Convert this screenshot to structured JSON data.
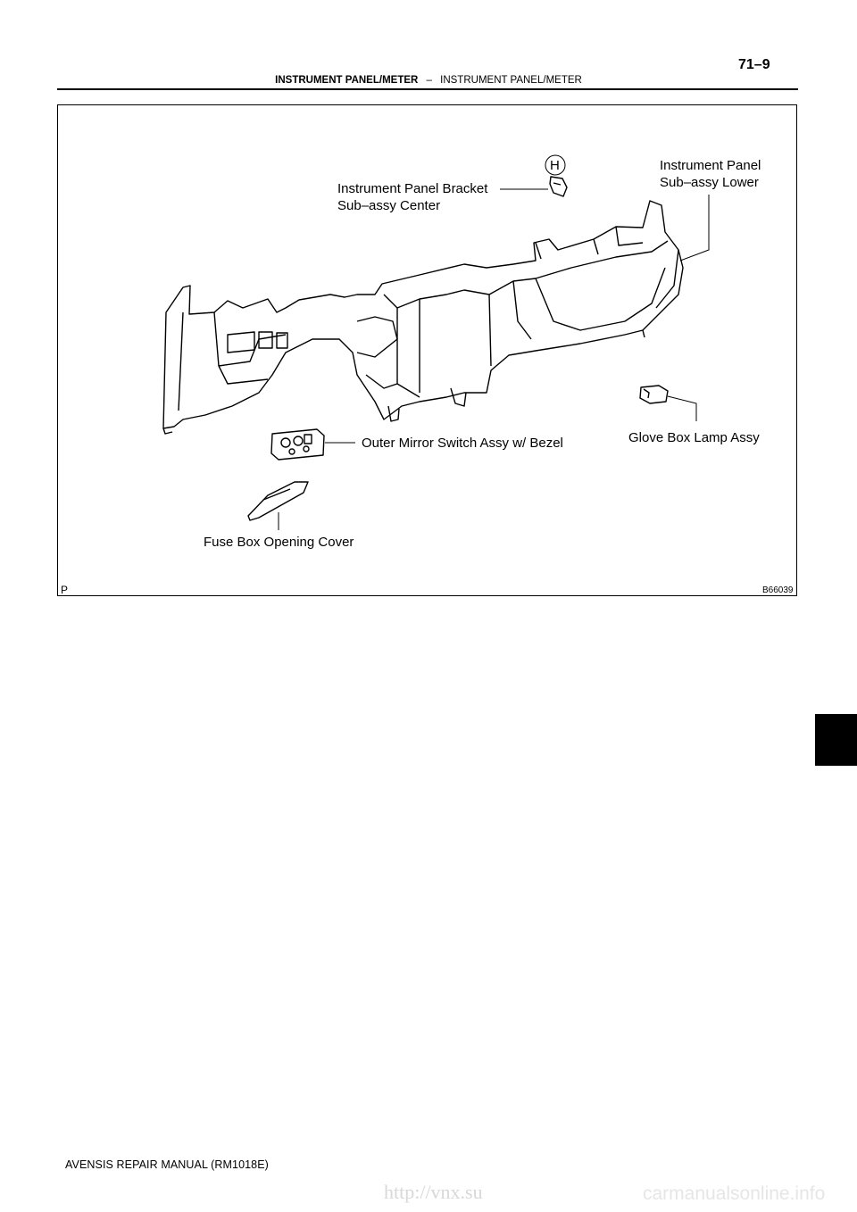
{
  "header": {
    "page_number": "71–9",
    "section_bold": "INSTRUMENT PANEL/METER",
    "separator": "–",
    "section_regular": "INSTRUMENT PANEL/METER"
  },
  "figure": {
    "callouts": {
      "instrument_panel_lower_1": "Instrument Panel",
      "instrument_panel_lower_2": "Sub–assy Lower",
      "bracket_center_1": "Instrument Panel Bracket",
      "bracket_center_2": "Sub–assy Center",
      "marker_h": "H",
      "outer_mirror_switch": "Outer Mirror Switch Assy w/ Bezel",
      "glove_box_lamp": "Glove Box Lamp Assy",
      "fuse_box_cover": "Fuse Box Opening Cover"
    },
    "figure_code": "B66039",
    "corner_letter": "P"
  },
  "footer": {
    "manual": "AVENSIS REPAIR MANUAL   (RM1018E)"
  },
  "watermarks": {
    "left": "http://vnx.su",
    "right": "carmanualsonline.info"
  }
}
